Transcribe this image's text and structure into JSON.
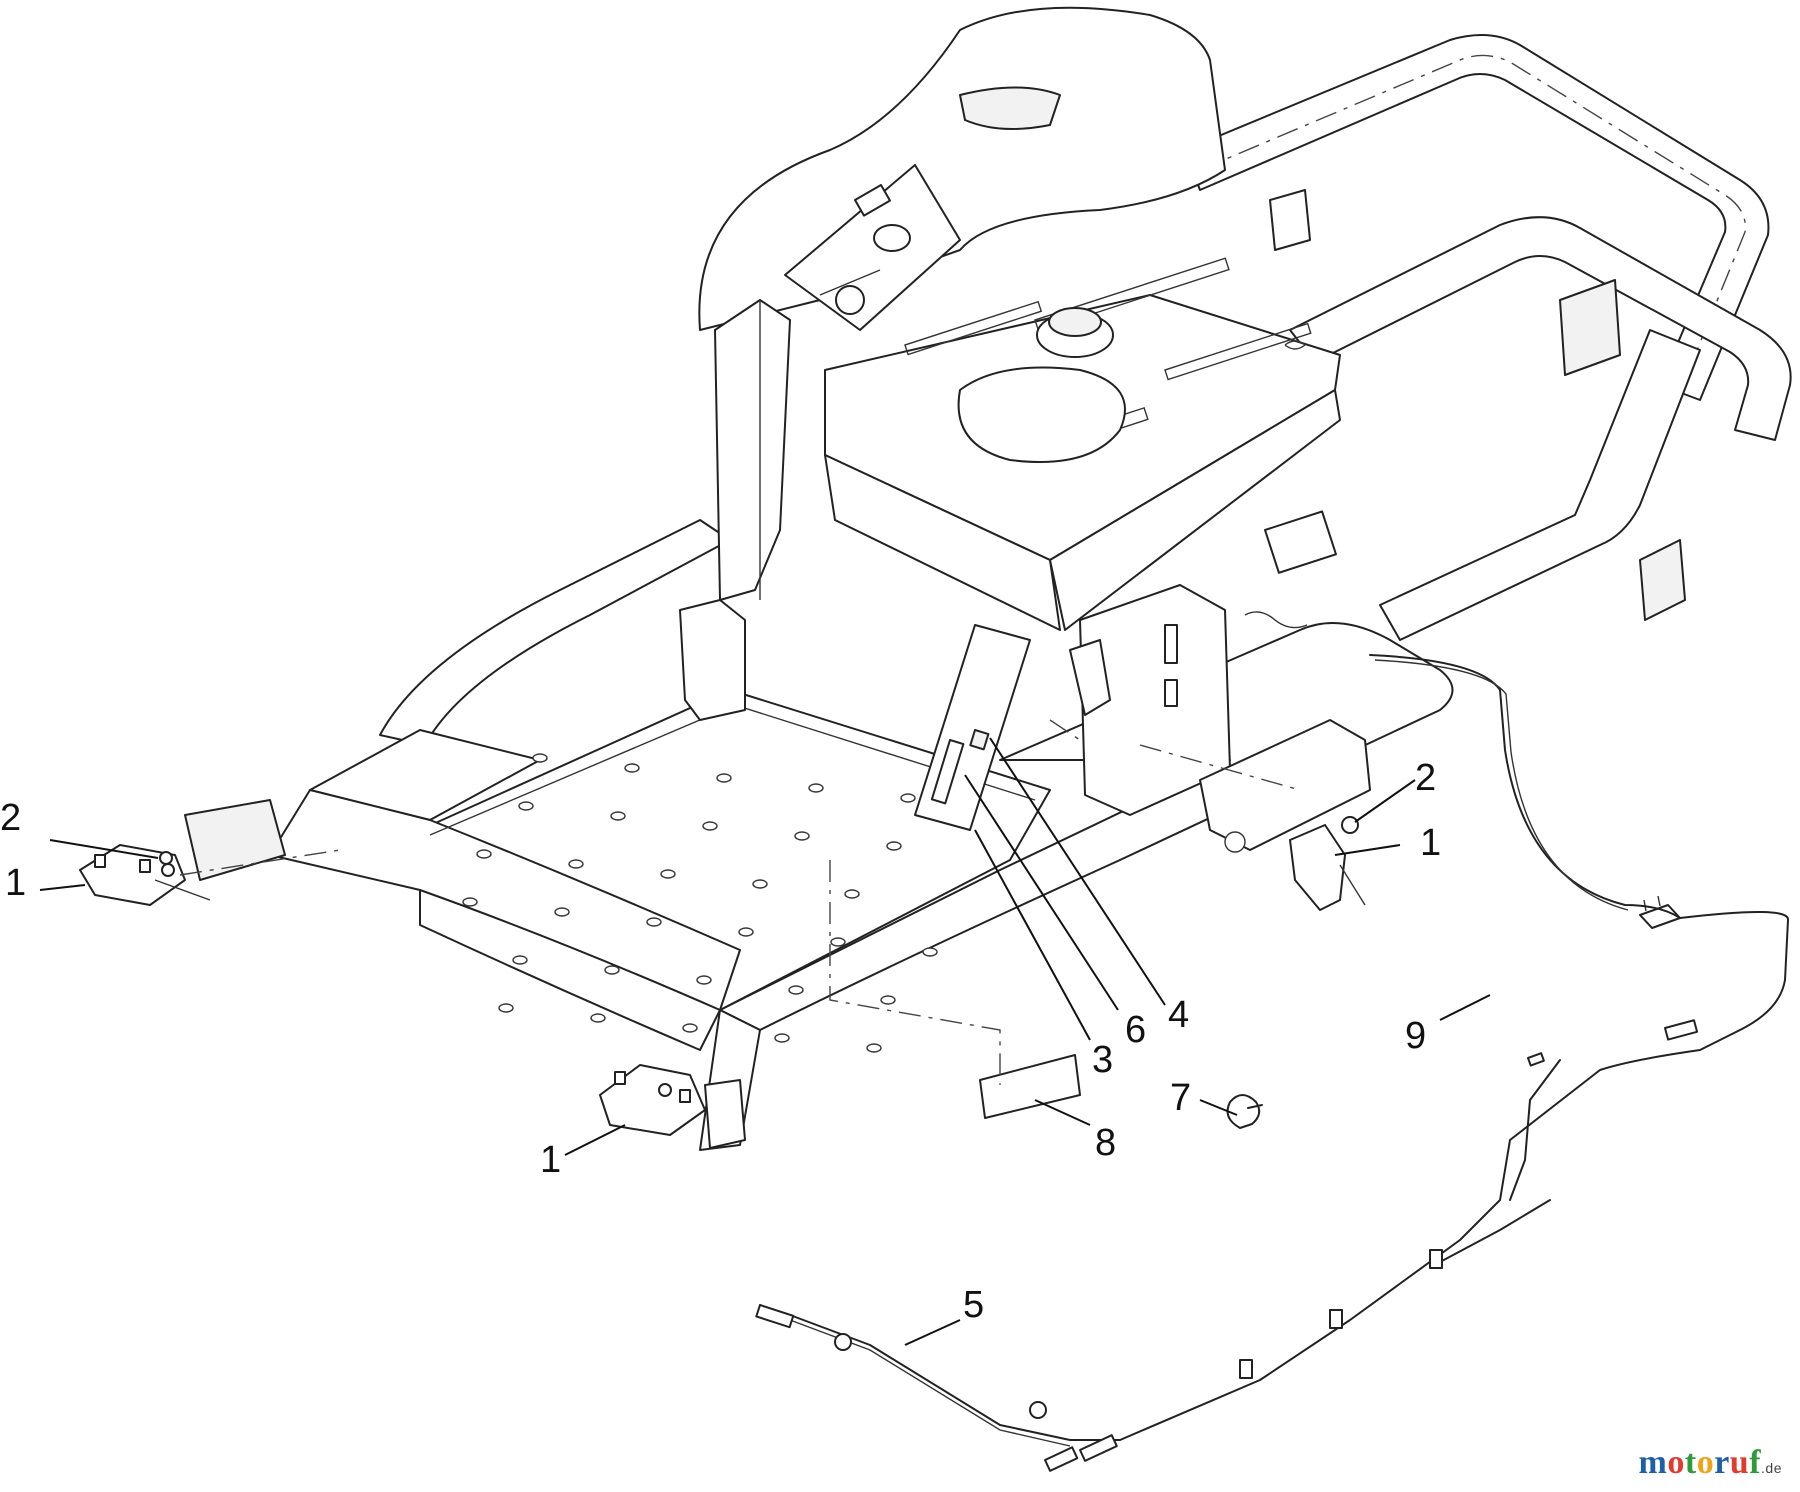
{
  "callouts": [
    {
      "id": "c-2-left",
      "label": "2"
    },
    {
      "id": "c-1-left",
      "label": "1"
    },
    {
      "id": "c-1-bottom",
      "label": "1"
    },
    {
      "id": "c-2-right",
      "label": "2"
    },
    {
      "id": "c-1-right",
      "label": "1"
    },
    {
      "id": "c-3",
      "label": "3"
    },
    {
      "id": "c-6",
      "label": "6"
    },
    {
      "id": "c-4",
      "label": "4"
    },
    {
      "id": "c-9",
      "label": "9"
    },
    {
      "id": "c-7",
      "label": "7"
    },
    {
      "id": "c-8",
      "label": "8"
    },
    {
      "id": "c-5",
      "label": "5"
    }
  ],
  "watermark": {
    "letters": [
      "m",
      "o",
      "t",
      "o",
      "r",
      "u",
      "f"
    ],
    "letter_colors": [
      "#1f5fa8",
      "#e23b2e",
      "#2f9a3a",
      "#f0a21a",
      "#1f5fa8",
      "#e23b2e",
      "#2f9a3a"
    ],
    "tld": ".de"
  }
}
